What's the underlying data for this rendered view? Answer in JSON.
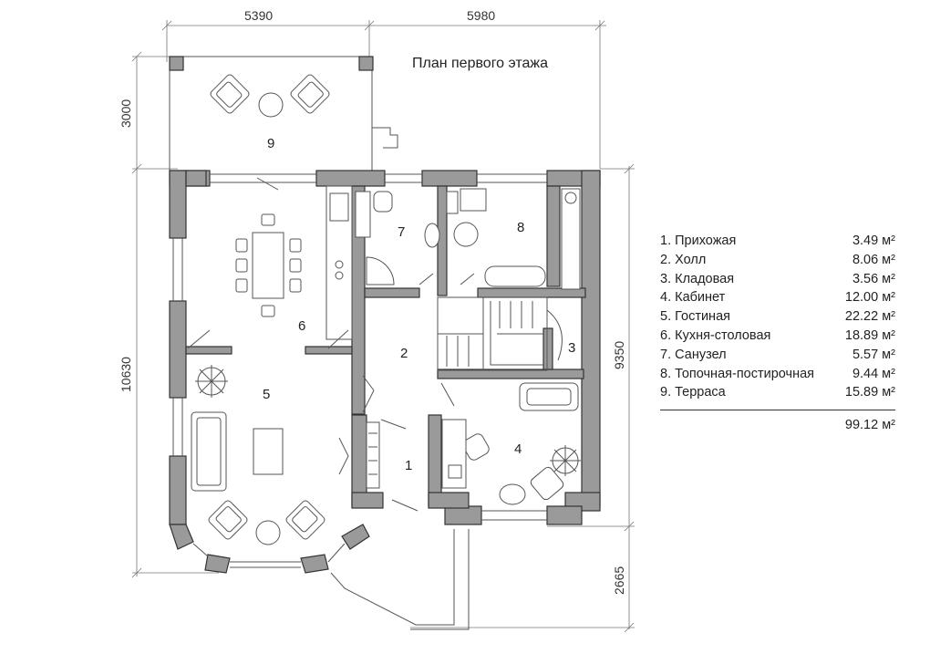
{
  "title": "План первого этажа",
  "dimensions": {
    "top_left": "5390",
    "top_right": "5980",
    "left_top": "3000",
    "left_main": "10630",
    "right_main": "9350",
    "right_bottom": "2665"
  },
  "room_numbers": [
    "1",
    "2",
    "3",
    "4",
    "5",
    "6",
    "7",
    "8",
    "9"
  ],
  "legend": {
    "rooms": [
      {
        "name": "1. Прихожая",
        "area": "3.49 м²"
      },
      {
        "name": "2. Холл",
        "area": "8.06 м²"
      },
      {
        "name": "3. Кладовая",
        "area": "3.56 м²"
      },
      {
        "name": "4. Кабинет",
        "area": "12.00 м²"
      },
      {
        "name": "5. Гостиная",
        "area": "22.22 м²"
      },
      {
        "name": "6. Кухня-столовая",
        "area": "18.89 м²"
      },
      {
        "name": "7. Санузел",
        "area": "5.57 м²"
      },
      {
        "name": "8. Топочная-постирочная",
        "area": "9.44 м²"
      },
      {
        "name": "9. Терраса",
        "area": "15.89 м²"
      }
    ],
    "total": "99.12 м²"
  },
  "colors": {
    "wall_fill": "#9a9a9a",
    "line": "#333333"
  }
}
